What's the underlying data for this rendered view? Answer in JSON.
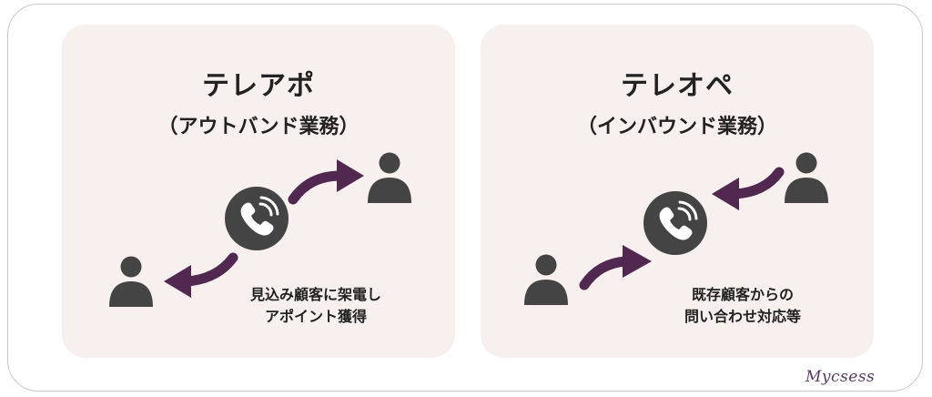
{
  "colors": {
    "panel_bg": "#f8efef",
    "icon_dark": "#444444",
    "arrow_purple": "#51284f",
    "text_dark": "#222222"
  },
  "panels": [
    {
      "title": "テレアポ",
      "subtitle": "（アウトバンド業務）",
      "desc_line1": "見込み顧客に架電し",
      "desc_line2": "アポイント獲得"
    },
    {
      "title": "テレオペ",
      "subtitle": "（インバウンド業務）",
      "desc_line1": "既存顧客からの",
      "desc_line2": "問い合わせ対応等"
    }
  ],
  "logo": "Mycsess"
}
